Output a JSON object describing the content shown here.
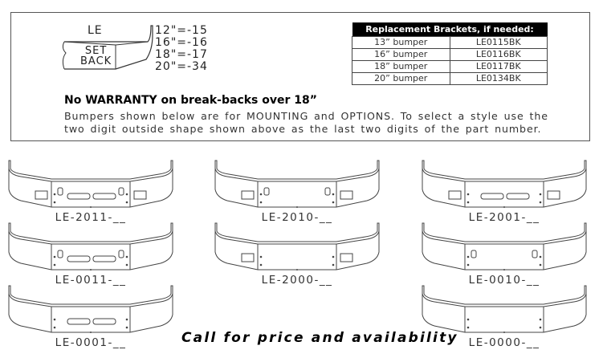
{
  "setback_diagram": {
    "label": "LE",
    "setback_line1": "SET",
    "setback_line2": "BACK",
    "codes": [
      {
        "length": "12\"",
        "code": "=-15"
      },
      {
        "length": "16\"",
        "code": "=-16"
      },
      {
        "length": "18\"",
        "code": "=-17"
      },
      {
        "length": "20\"",
        "code": "=-34"
      }
    ]
  },
  "warranty_notice": "No WARRANTY on break-backs over 18”",
  "description": {
    "line1": "Bumpers shown below are for MOUNTING and OPTIONS. To select a style use the",
    "line2": "two digit outside shape shown above as the last two digits of the part number."
  },
  "brackets_table": {
    "header": "Replacement Brackets, if needed:",
    "rows": [
      {
        "size": "13” bumper",
        "part": "LE0115BK"
      },
      {
        "size": "16” bumper",
        "part": "LE0116BK"
      },
      {
        "size": "18” bumper",
        "part": "LE0117BK"
      },
      {
        "size": "20” bumper",
        "part": "LE0134BK"
      }
    ]
  },
  "bumpers": [
    {
      "part": "LE-2011-__",
      "outer_lights": true,
      "inner_lights": true,
      "slots": true
    },
    {
      "part": "LE-2010-__",
      "outer_lights": true,
      "inner_lights": true,
      "slots": false
    },
    {
      "part": "LE-2001-__",
      "outer_lights": true,
      "inner_lights": false,
      "slots": true
    },
    {
      "part": "LE-0011-__",
      "outer_lights": false,
      "inner_lights": true,
      "slots": true
    },
    {
      "part": "LE-2000-__",
      "outer_lights": true,
      "inner_lights": false,
      "slots": false
    },
    {
      "part": "LE-0010-__",
      "outer_lights": false,
      "inner_lights": true,
      "slots": false
    },
    {
      "part": "LE-0001-__",
      "outer_lights": false,
      "inner_lights": false,
      "slots": true
    },
    {
      "part": "LE-0000-__",
      "outer_lights": false,
      "inner_lights": false,
      "slots": false
    }
  ],
  "call_to_action": "Call for price and availability"
}
